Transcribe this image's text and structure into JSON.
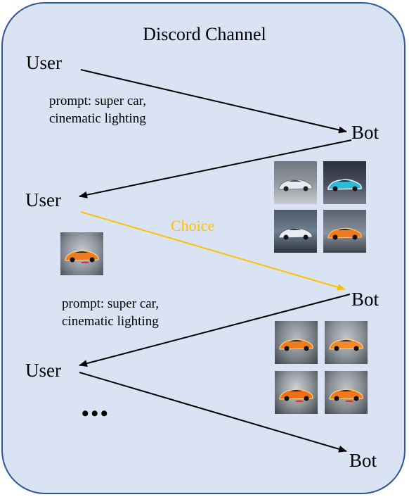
{
  "title": "Discord Channel",
  "actors": {
    "user_1": "User",
    "bot_1": "Bot",
    "user_2": "User",
    "bot_2": "Bot",
    "user_3": "User",
    "bot_3": "Bot"
  },
  "prompt_1": "prompt: super car, cinematic lighting",
  "prompt_2": "prompt: super car, cinematic lighting",
  "choice_label": "Choice",
  "ellipsis": "•••",
  "colors": {
    "frame_fill": "#dae3f3",
    "frame_border": "#2f5597",
    "arrow": "#000000",
    "choice_arrow": "#ffc000"
  },
  "image_grids": {
    "bot_1_results": [
      "silver sports car",
      "blue-white race car",
      "silver sports car",
      "orange sports car"
    ],
    "selected": "orange sports car",
    "bot_2_results": [
      "orange sports car",
      "orange sports car",
      "orange sports car",
      "orange sports car"
    ]
  }
}
